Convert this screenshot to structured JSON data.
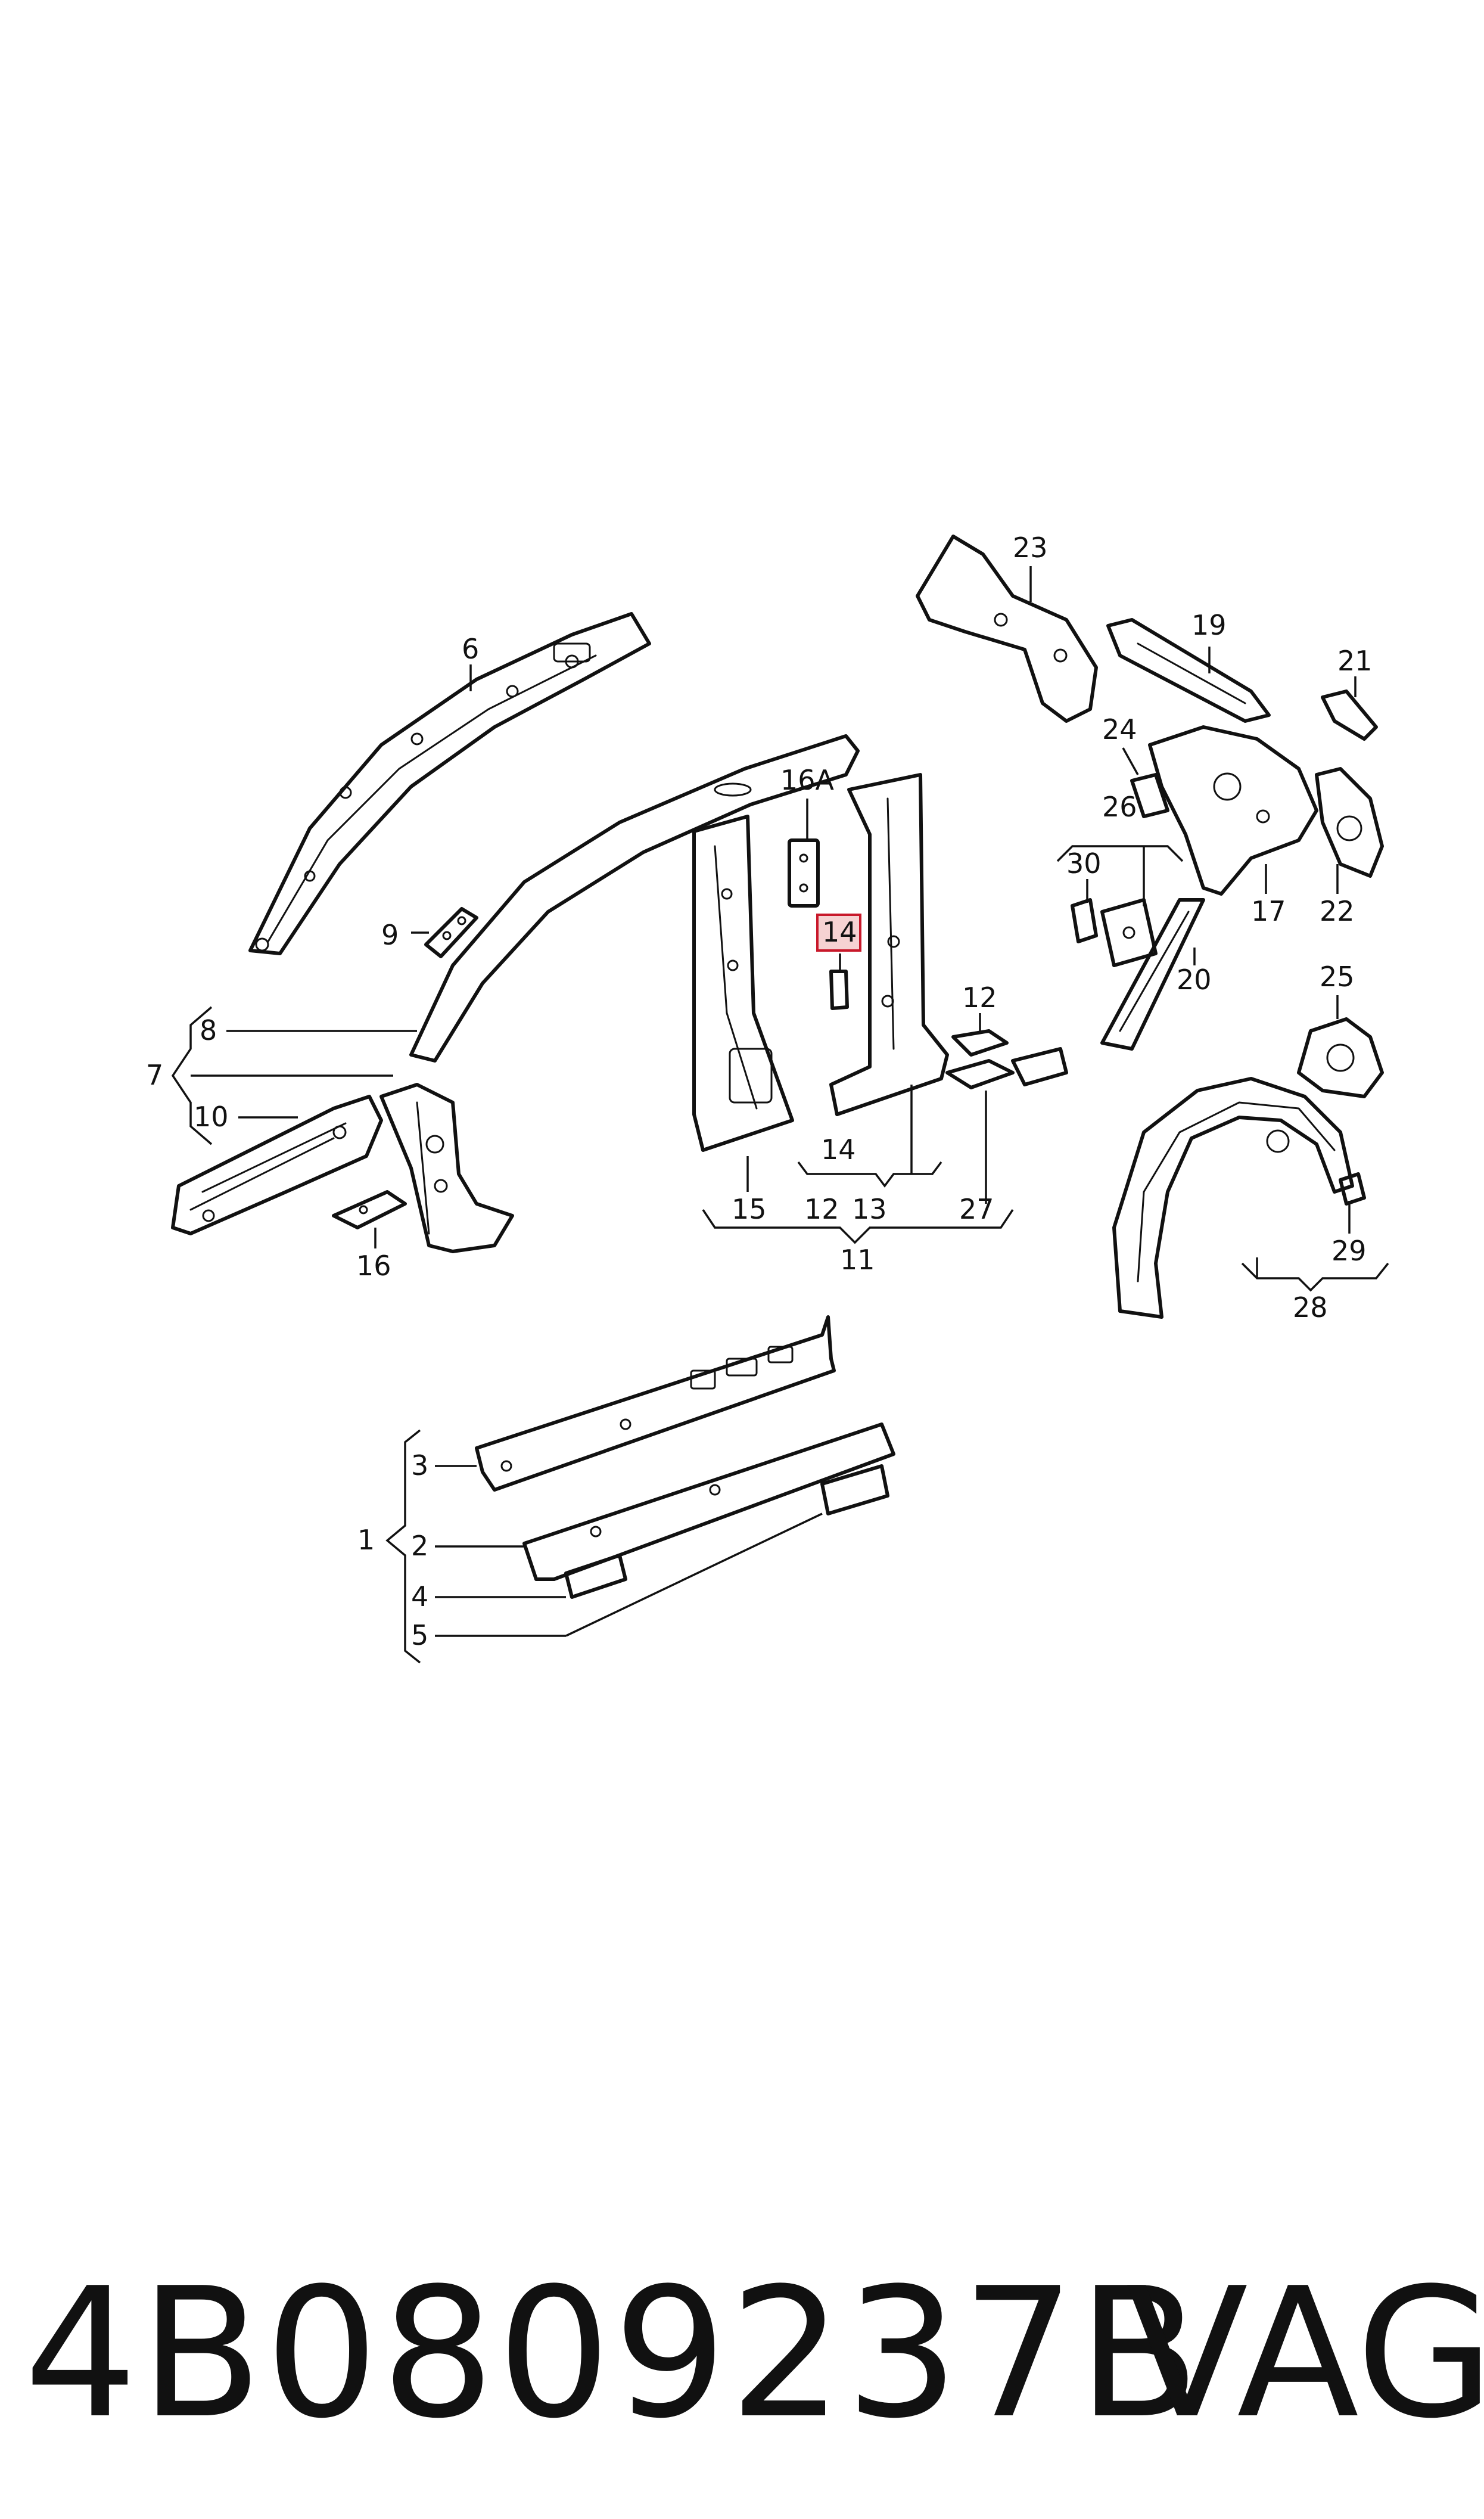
{
  "callouts": {
    "c1": "1",
    "c2": "2",
    "c3": "3",
    "c4": "4",
    "c5": "5",
    "c6": "6",
    "c7": "7",
    "c8": "8",
    "c9": "9",
    "c10": "10",
    "c11": "11",
    "c12a": "12",
    "c12b": "12",
    "c13": "13",
    "c14a": "14",
    "c14b": "14",
    "c15": "15",
    "c16": "16",
    "c16a": "16A",
    "c17": "17",
    "c19": "19",
    "c20": "20",
    "c21": "21",
    "c22": "22",
    "c23": "23",
    "c24": "24",
    "c25": "25",
    "c26": "26",
    "c27": "27",
    "c28": "28",
    "c29": "29",
    "c30": "30"
  },
  "highlight": {
    "callout": "14",
    "fill": "#f6d2d2",
    "stroke": "#c8182a"
  },
  "footer": {
    "part_number": "4B0809237B",
    "brand": "VAG"
  }
}
